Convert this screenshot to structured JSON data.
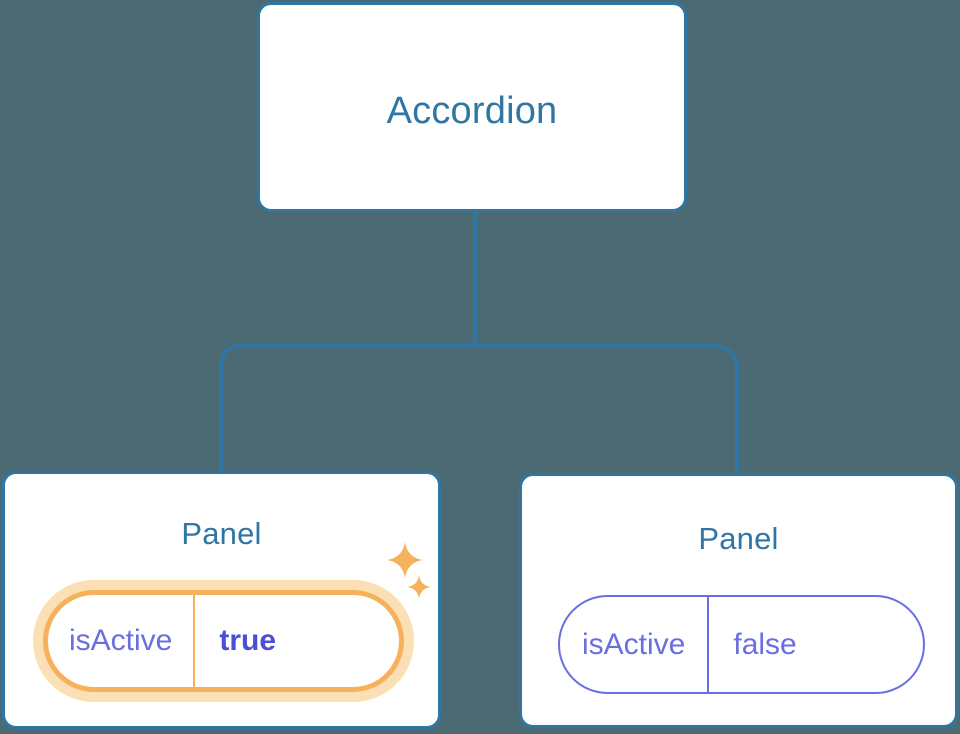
{
  "diagram": {
    "type": "component-tree",
    "background_color": "#4c6a74",
    "node_border_color": "#2f76a5",
    "node_title_color": "#2f76a5",
    "edge_color": "#2f76a5",
    "prop_color": "#6a6fe0",
    "highlight_color": "#f5b25a",
    "highlight_glow_color": "#fae0b4",
    "highlight_value_color": "#4a4fd6"
  },
  "root": {
    "title": "Accordion"
  },
  "children": [
    {
      "title": "Panel",
      "highlighted": true,
      "prop": {
        "key": "isActive",
        "value": "true"
      },
      "sparkles": [
        "sparkle-large-icon",
        "sparkle-small-icon"
      ]
    },
    {
      "title": "Panel",
      "highlighted": false,
      "prop": {
        "key": "isActive",
        "value": "false"
      }
    }
  ]
}
